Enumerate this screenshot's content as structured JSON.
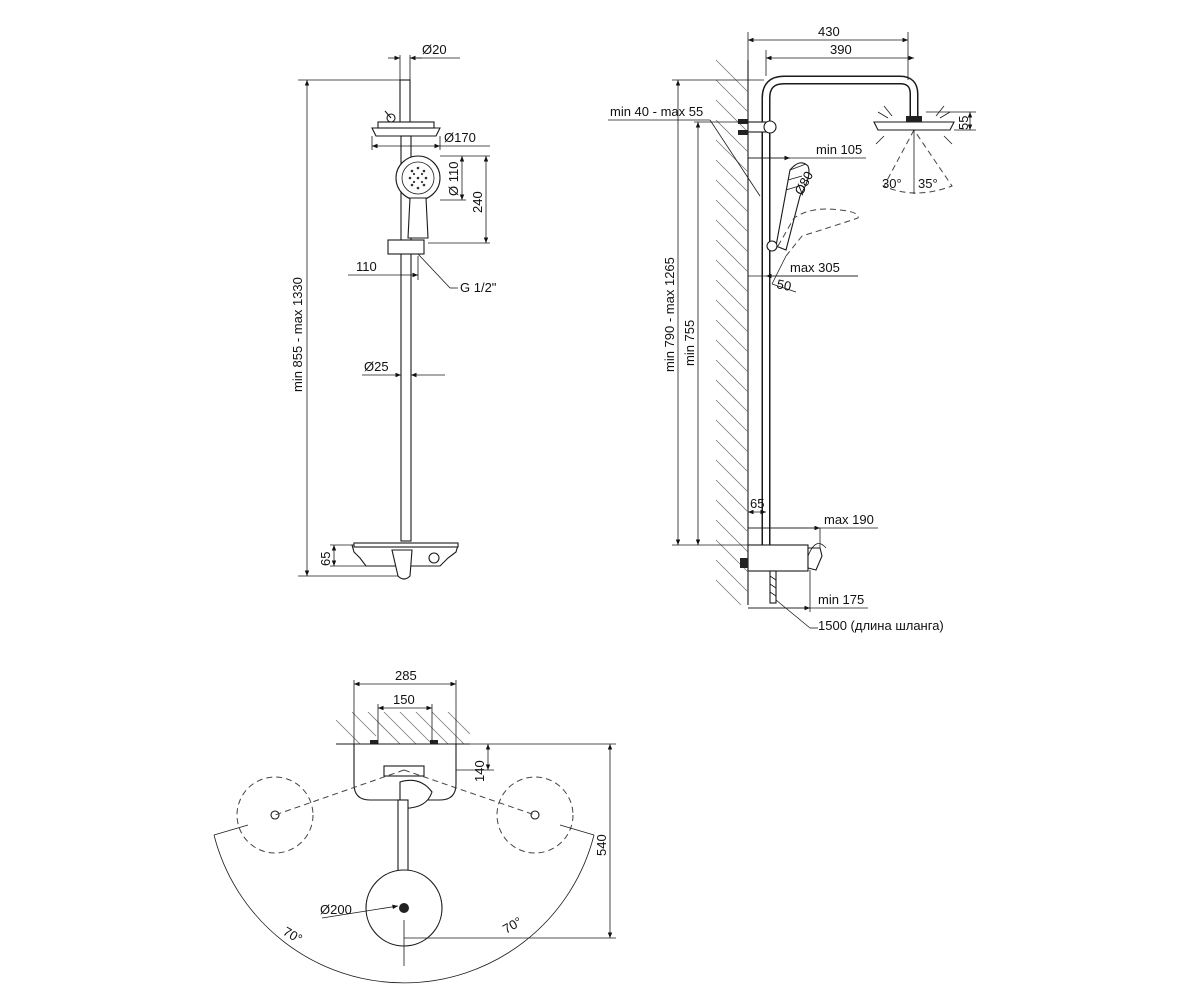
{
  "front_view": {
    "top_pipe_diameter": "Ø20",
    "head_diameter": "Ø170",
    "hand_shower_diameter": "Ø 110",
    "hand_shower_height": "240",
    "holder_offset": "110",
    "connection_thread": "G 1/2\"",
    "rail_diameter": "Ø25",
    "total_height": "min 855 - max 1330",
    "mixer_height": "65"
  },
  "side_view": {
    "overall_projection": "430",
    "head_arm_length": "390",
    "head_height": "55",
    "wall_offset": "min 40 - max 55",
    "hand_shower_projection": "min 105",
    "hand_diameter": "Ø80",
    "spray_angle_left": "30°",
    "spray_angle_right": "35°",
    "height_adjust": "min 790 - max 1265",
    "min_height": "min 755",
    "hand_reach": "max 305",
    "hand_tilt": "50",
    "mixer_offset": "65",
    "mixer_projection_max": "max 190",
    "mixer_projection_min": "min 175",
    "hose_length": "1500 (длина шланга)"
  },
  "top_view": {
    "bracket_width": "285",
    "bracket_inner": "150",
    "bracket_depth": "140",
    "head_diameter": "Ø200",
    "overall_depth": "540",
    "angle_left": "70°",
    "angle_right": "70°"
  }
}
